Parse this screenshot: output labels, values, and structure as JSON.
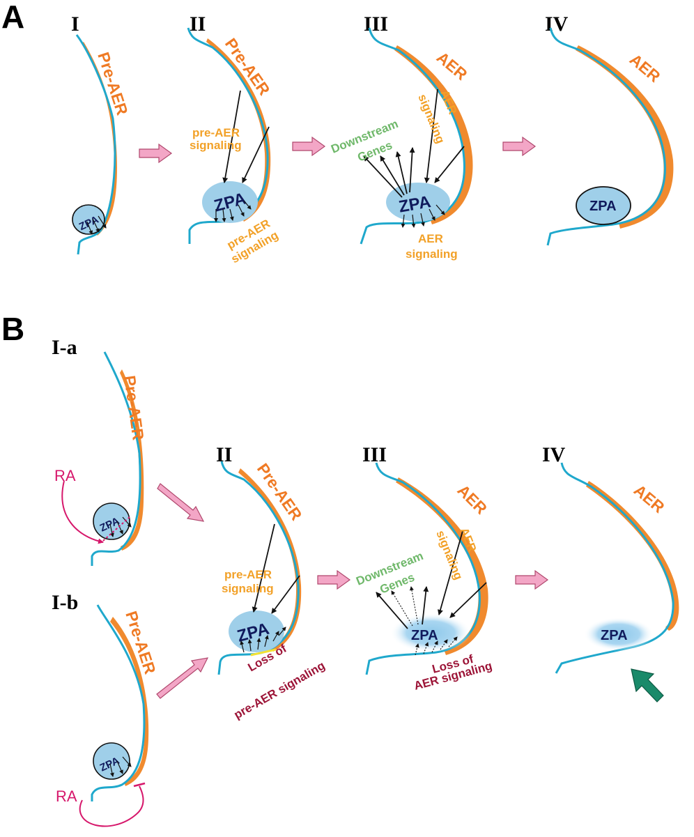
{
  "panels": [
    {
      "letter": "A",
      "stages": [
        "I",
        "II",
        "III",
        "IV"
      ]
    },
    {
      "letter": "B",
      "stages": [
        "I-a",
        "I-b",
        "II",
        "III",
        "IV"
      ]
    }
  ],
  "labels": {
    "pre_aer": "Pre-AER",
    "aer": "AER",
    "zpa": "ZPA",
    "pre_aer_signaling_l1": "pre-AER",
    "pre_aer_signaling_l2": "signaling",
    "aer_signaling_l1": "AER",
    "aer_signaling_l2": "signaling",
    "downstream_l1": "Downstream",
    "downstream_l2": "Genes",
    "loss_of": "Loss of",
    "loss_pre_aer_signaling": "pre-AER signaling",
    "loss_aer_signaling": "AER signaling",
    "ra": "RA"
  },
  "colors": {
    "ectoderm": "#1fa8cc",
    "aer": "#ef7a24",
    "signaling_text": "#f2a128",
    "downstream_text": "#6fb86a",
    "loss_text": "#9c1437",
    "ra": "#d6176b",
    "zpa_fill": "#9fcfe9",
    "zpa_text": "#101a5c",
    "transition_arrow": "#f3a6c6",
    "highlight_arrow": "#1a8a6a"
  }
}
